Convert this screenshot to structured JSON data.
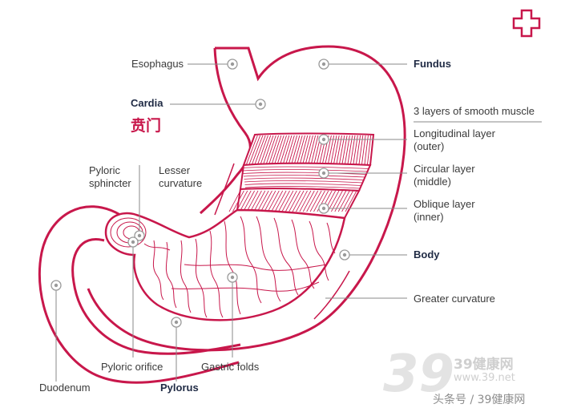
{
  "colors": {
    "accent": "#c8174b",
    "label_text": "#3a3a3a",
    "bold_text": "#1f2a44",
    "leader": "#8a8a8a",
    "watermark": "#cfcfcf"
  },
  "labels": {
    "esophagus": "Esophagus",
    "cardia": "Cardia",
    "cardia_cn": "贲门",
    "pyloric_sphincter_1": "Pyloric",
    "pyloric_sphincter_2": "sphincter",
    "lesser_curvature_1": "Lesser",
    "lesser_curvature_2": "curvature",
    "duodenum": "Duodenum",
    "pyloric_orifice": "Pyloric orifice",
    "gastric_folds": "Gastric folds",
    "pylorus": "Pylorus",
    "fundus": "Fundus",
    "muscle_heading": "3 layers of smooth muscle",
    "longitudinal_1": "Longitudinal layer",
    "longitudinal_2": "(outer)",
    "circular_1": "Circular layer",
    "circular_2": "(middle)",
    "oblique_1": "Oblique layer",
    "oblique_2": "(inner)",
    "body": "Body",
    "greater_curvature": "Greater curvature"
  },
  "watermark": {
    "logo_digits": "39",
    "site_name": "39健康网",
    "site_url": "www.39.net",
    "credit": "头条号 / 39健康网"
  },
  "icons": {
    "corner": "medical-cross-icon",
    "marker": "target-marker-icon"
  }
}
